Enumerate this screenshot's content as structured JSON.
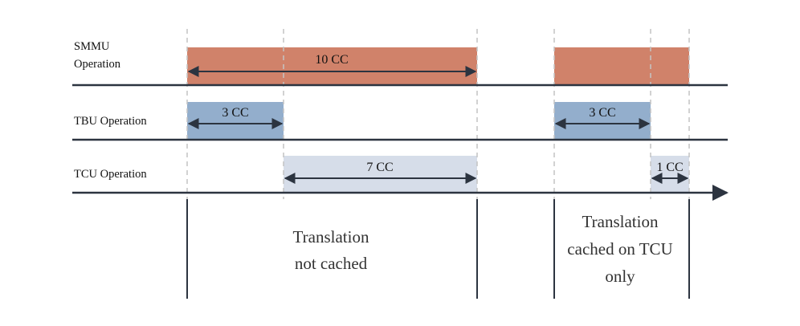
{
  "rows": {
    "smmu": {
      "label_line1": "SMMU",
      "label_line2": "Operation"
    },
    "tbu": {
      "label": "TBU Operation"
    },
    "tcu": {
      "label": "TCU Operation"
    }
  },
  "durations": {
    "smmu_not_cached": "10 CC",
    "tbu_not_cached": "3 CC",
    "tcu_not_cached": "7 CC",
    "tbu_cached": "3 CC",
    "tcu_cached": "1 CC"
  },
  "cases": {
    "not_cached": {
      "line1": "Translation",
      "line2": "not cached"
    },
    "cached_on_tcu": {
      "line1": "Translation",
      "line2": "cached on TCU",
      "line3": "only"
    }
  },
  "colors": {
    "smmu_bar": "#d0826a",
    "tbu_bar": "#93aecc",
    "tcu_bar": "#d6dde9",
    "axis": "#2c3440",
    "guide": "#c4c4c4",
    "case_text": "#333333"
  }
}
